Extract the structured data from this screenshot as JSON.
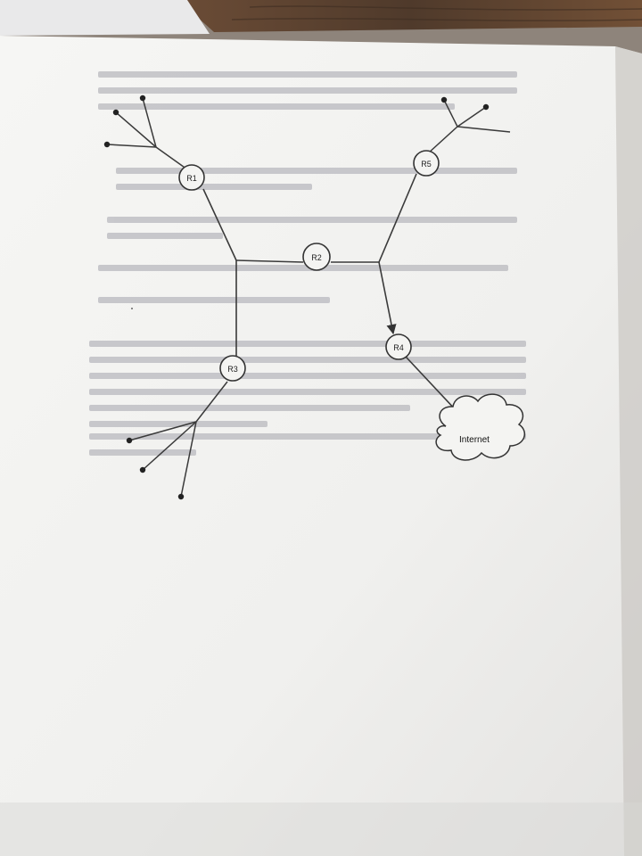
{
  "photo": {
    "subject": "photo of a printed sheet with a hand-drawn network diagram",
    "colors": {
      "paper": "#f2f2f0",
      "paper_shadow": "#cfcdca",
      "wood": "#5a4230",
      "ink": "#3a3a3a",
      "bleed_through_text": "#b9b9bd"
    }
  },
  "diagram": {
    "routers": [
      {
        "id": "r1",
        "label": "R1"
      },
      {
        "id": "r2",
        "label": "R2"
      },
      {
        "id": "r3",
        "label": "R3"
      },
      {
        "id": "r4",
        "label": "R4"
      },
      {
        "id": "r5",
        "label": "R5"
      }
    ],
    "cloud_label": "Internet"
  }
}
